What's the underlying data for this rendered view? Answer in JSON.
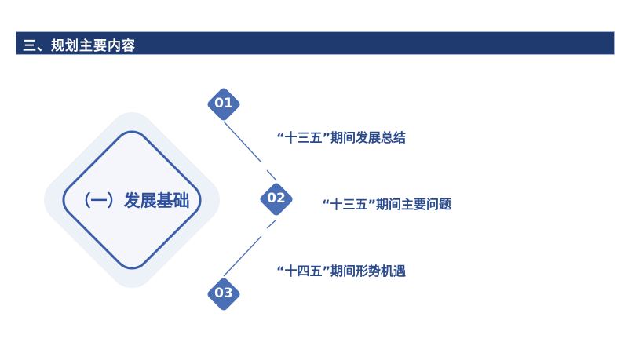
{
  "header": {
    "title": "三、规划主要内容"
  },
  "center": {
    "title": "（一）发展基础"
  },
  "items": [
    {
      "number": "01",
      "label": "“十三五”期间发展总结"
    },
    {
      "number": "02",
      "label": "“十三五”期间主要问题"
    },
    {
      "number": "03",
      "label": "“十四五”期间形势机遇"
    }
  ],
  "colors": {
    "header": "#1f3a6e",
    "accent": "#4a6fb5",
    "text": "#2a4a8c"
  }
}
